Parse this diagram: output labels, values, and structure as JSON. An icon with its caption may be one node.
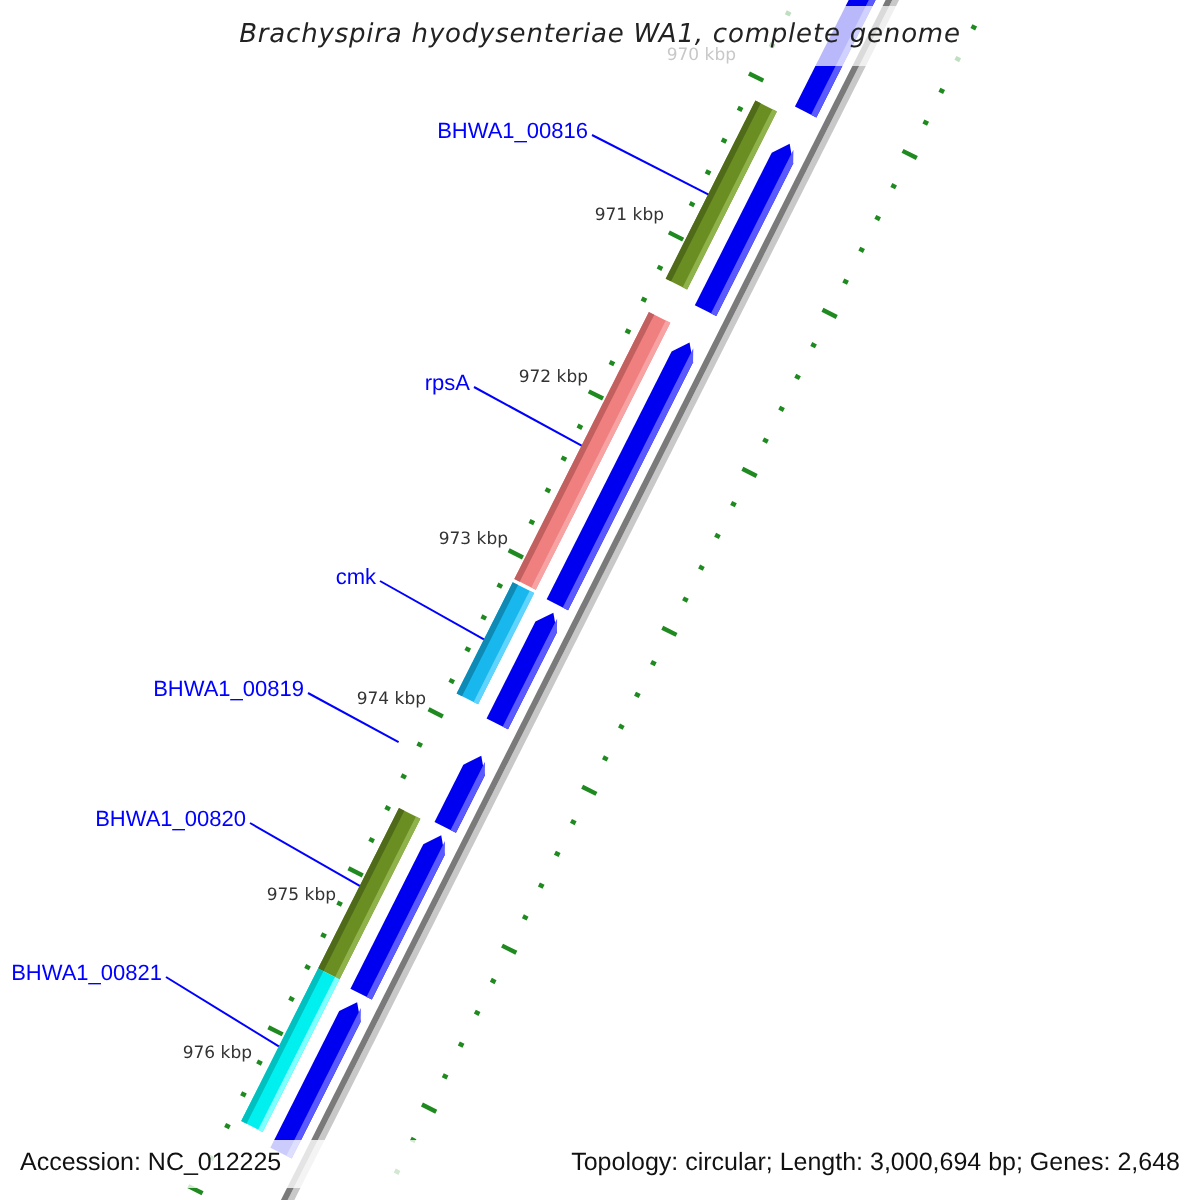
{
  "diagram": {
    "title": "Brachyspira hyodysenteriae WA1, complete genome",
    "nodes": [
      {
        "text": [
          "BHWA1_00816"
        ]
      },
      {
        "text": [],
        "shape": "bar"
      },
      {
        "text": [
          "rpsA"
        ]
      },
      {
        "text": [],
        "shape": "bar"
      },
      {
        "text": [
          "cmk"
        ]
      },
      {
        "text": [],
        "shape": "bar"
      },
      {
        "text": [
          "BHWA1_00819"
        ]
      },
      {
        "text": [
          "BHWA1_00820"
        ]
      },
      {
        "text": [],
        "shape": "bar"
      },
      {
        "text": [
          "BHWA1_00821"
        ]
      },
      {
        "text": [],
        "shape": "bar"
      }
    ],
    "edges": [
      {
        "from": 0,
        "to": 1,
        "arrow": "none"
      },
      {
        "from": 2,
        "to": 3,
        "arrow": "none"
      },
      {
        "from": 4,
        "to": 5,
        "arrow": "none"
      },
      {
        "from": 6,
        "to": null,
        "arrow": "none"
      },
      {
        "from": 7,
        "to": 8,
        "arrow": "none"
      },
      {
        "from": 9,
        "to": 10,
        "arrow": "none"
      }
    ],
    "labels": [
      "970 kbp",
      "971 kbp",
      "972 kbp",
      "973 kbp",
      "974 kbp",
      "975 kbp",
      "976 kbp",
      "Accession: NC_012225",
      "Topology: circular; Length: 3,000,694 bp; Genes: 2,648"
    ]
  }
}
